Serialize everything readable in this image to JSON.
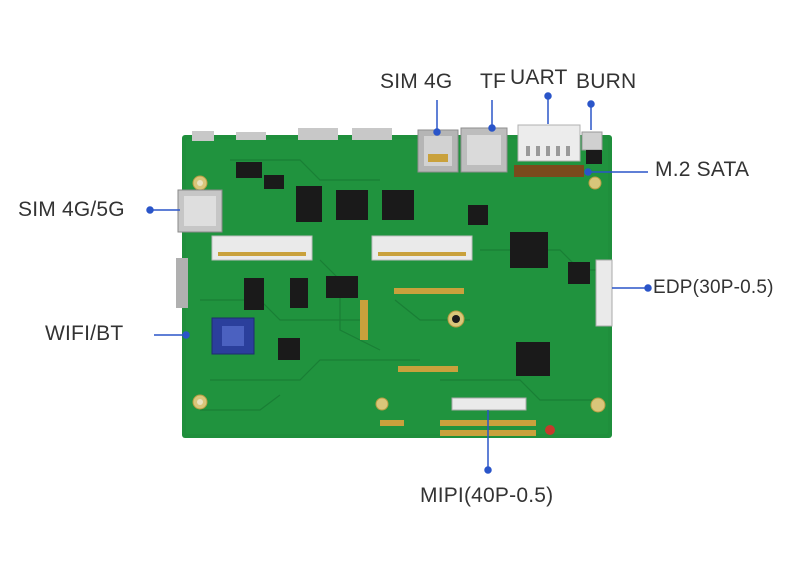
{
  "labels": {
    "sim_4g": "SIM 4G",
    "tf": "TF",
    "uart": "UART",
    "burn": "BURN",
    "m2_sata": "M.2 SATA",
    "sim_4g_5g": "SIM 4G/5G",
    "edp": "EDP(30P-0.5)",
    "wifi_bt": "WIFI/BT",
    "mipi": "MIPI(40P-0.5)"
  },
  "colors": {
    "pcb_green": "#1f8f3c",
    "pcb_dark": "#17712f",
    "pointer_blue": "#2a55c9",
    "label_text": "#333333",
    "chip_black": "#1a1a1a",
    "connector_white": "#e8e8e8",
    "gold": "#c9a13c",
    "metal": "#c8c8c8"
  }
}
